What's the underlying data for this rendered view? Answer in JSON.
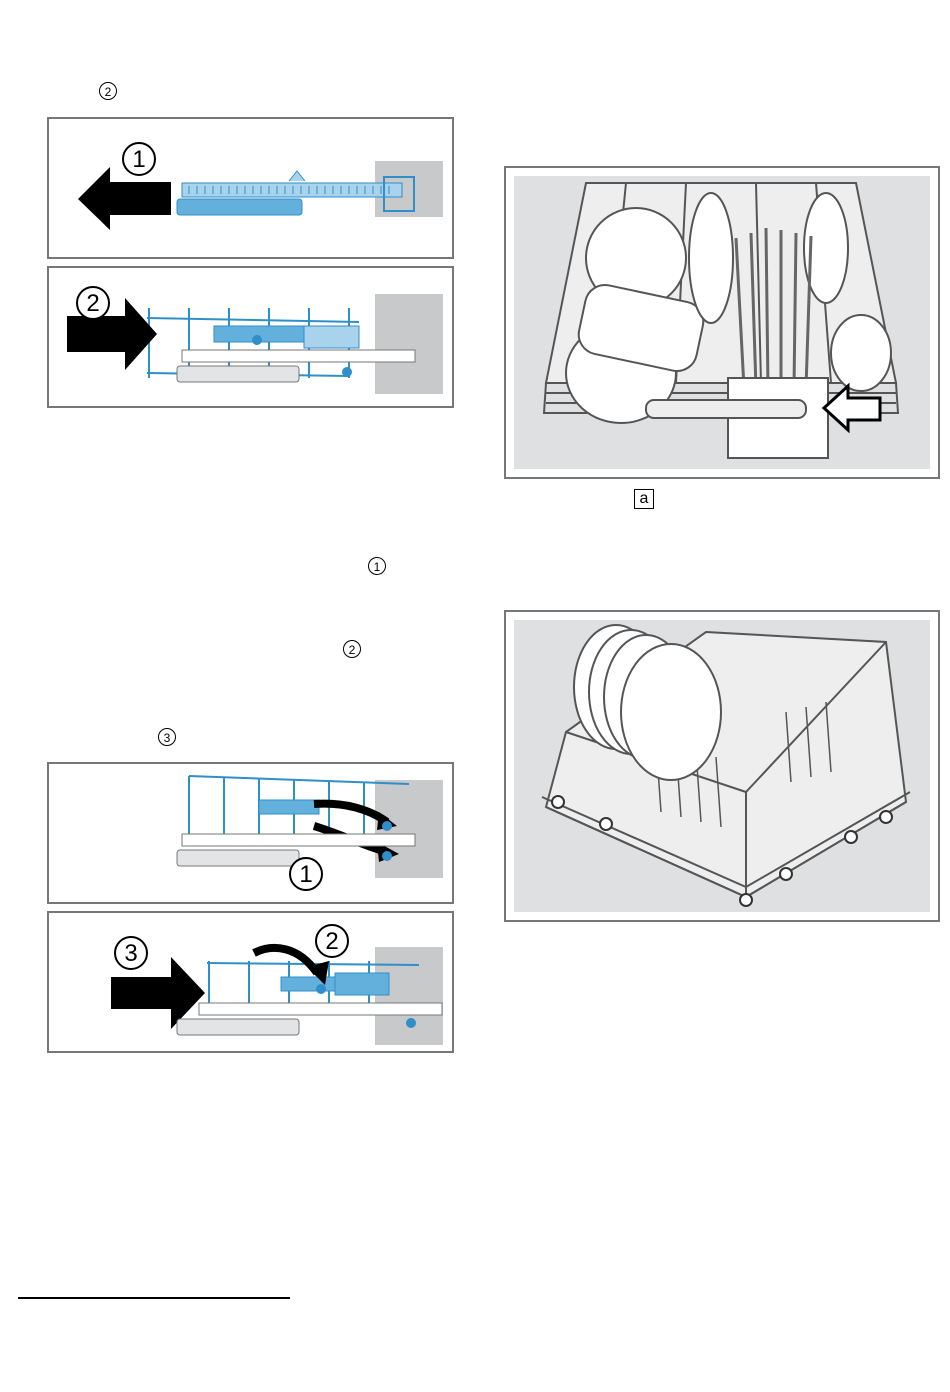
{
  "markers": {
    "top_step": "2",
    "step_one": "1",
    "step_two": "2",
    "step_three": "3",
    "label_a": "a"
  },
  "figures": {
    "slide_out": {
      "num1": "1"
    },
    "slide_in": {
      "num2": "2"
    },
    "unhook": {
      "num1": "1"
    },
    "rehook": {
      "num2": "2",
      "num3": "3"
    }
  },
  "colors": {
    "rail_blue": "#a9d3ec",
    "part_blue": "#63b0dc",
    "wire_blue": "#2f8fc8",
    "panel_grey": "#c8c9cb",
    "frame_grey": "#777777",
    "photo_bg": "#dfe0e2"
  }
}
